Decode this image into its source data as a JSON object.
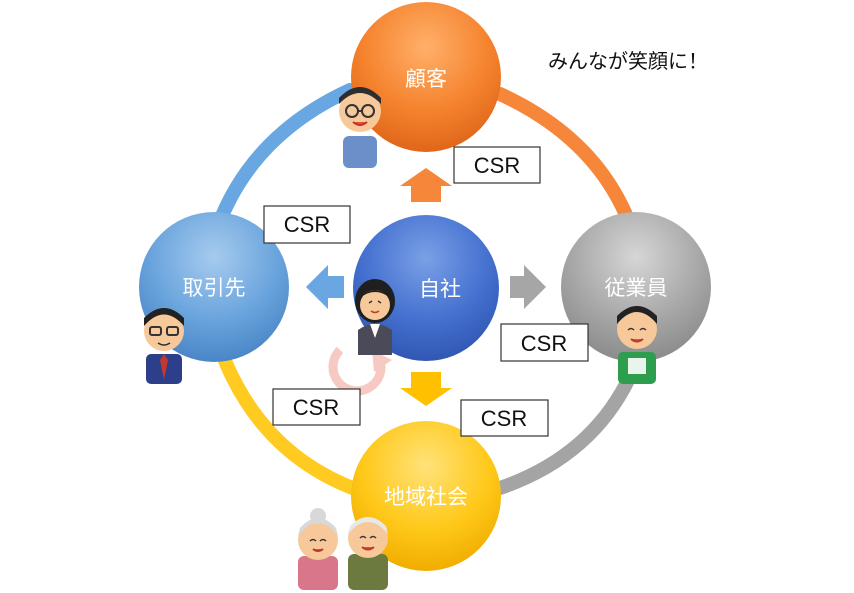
{
  "slogan": "みんなが笑顔に！",
  "center": {
    "label": "自社"
  },
  "nodes": {
    "customer": {
      "label": "顧客"
    },
    "partner": {
      "label": "取引先"
    },
    "employee": {
      "label": "従業員"
    },
    "community": {
      "label": "地域社会"
    }
  },
  "csr_boxes": {
    "customer": "CSR",
    "partner": "CSR",
    "employee": "CSR",
    "community_left": "CSR",
    "community_right": "CSR"
  },
  "colors": {
    "customer": "#f07f2b",
    "partner": "#5b9bd5",
    "employee": "#9e9e9e",
    "community": "#ffc000",
    "center": "#3e6bc9"
  }
}
